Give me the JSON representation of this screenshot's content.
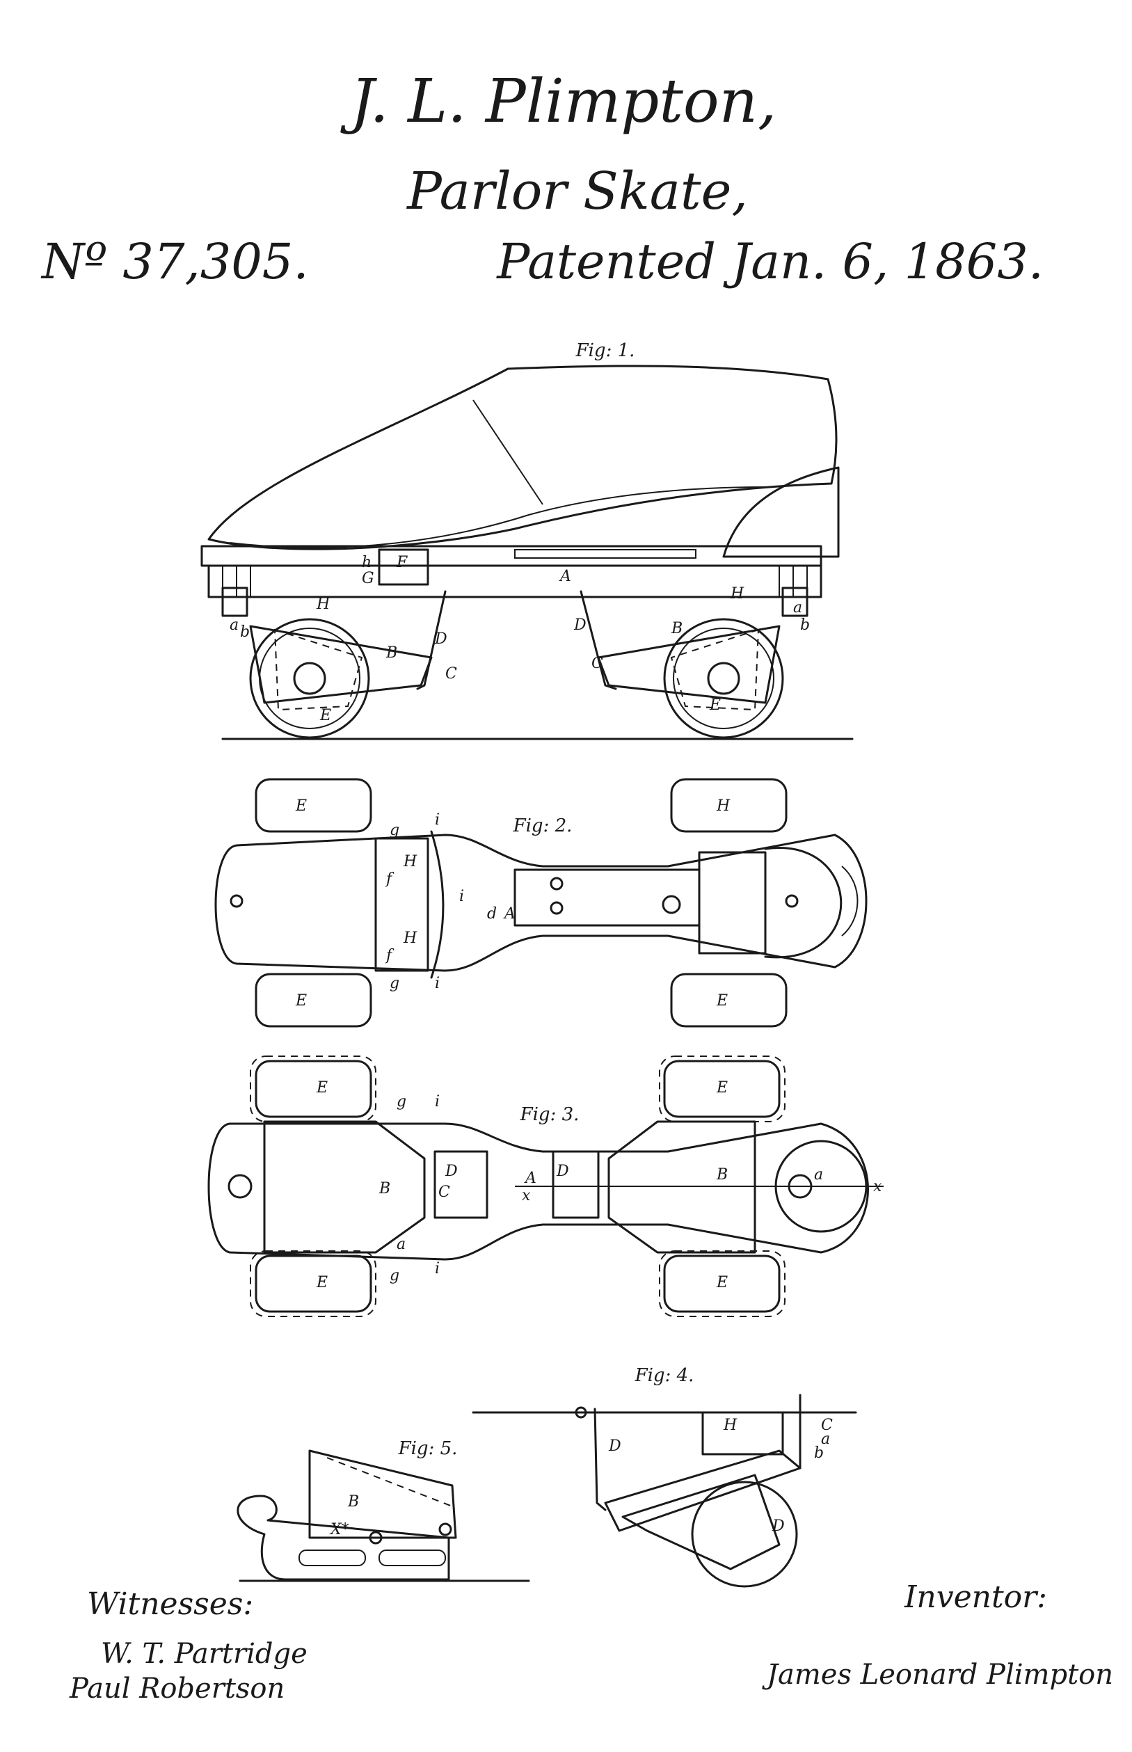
{
  "header": {
    "inventor": "J. L. Plimpton,",
    "title": "Parlor Skate,",
    "patent_number": "Nº 37,305.",
    "patent_date": "Patented Jan. 6, 1863."
  },
  "figures": {
    "fig1": "Fig: 1.",
    "fig2": "Fig: 2.",
    "fig3": "Fig: 3.",
    "fig4": "Fig: 4.",
    "fig5": "Fig: 5."
  },
  "letters": {
    "A": "A",
    "B": "B",
    "C": "C",
    "D": "D",
    "E": "E",
    "F": "F",
    "G": "G",
    "H": "H",
    "a": "a",
    "b": "b",
    "c": "c",
    "d": "d",
    "f": "f",
    "g": "g",
    "h": "h",
    "i": "i",
    "x": "x",
    "Xstar": "X*"
  },
  "footer": {
    "witnesses_label": "Witnesses:",
    "inventor_label": "Inventor:",
    "witness_1": "W. T. Partridge",
    "witness_2": "Paul Robertson",
    "inventor_signature": "James Leonard Plimpton"
  }
}
